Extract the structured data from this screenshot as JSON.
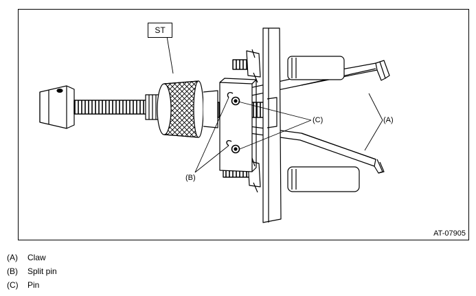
{
  "figure": {
    "tool_label": "ST",
    "callouts": {
      "a": "(A)",
      "b": "(B)",
      "c": "(C)"
    },
    "figure_code": "AT-07905",
    "line_color": "#000000",
    "shade_color": "#e6e6e6"
  },
  "legend": [
    {
      "key": "(A)",
      "text": "Claw"
    },
    {
      "key": "(B)",
      "text": "Split pin"
    },
    {
      "key": "(C)",
      "text": "Pin"
    }
  ]
}
